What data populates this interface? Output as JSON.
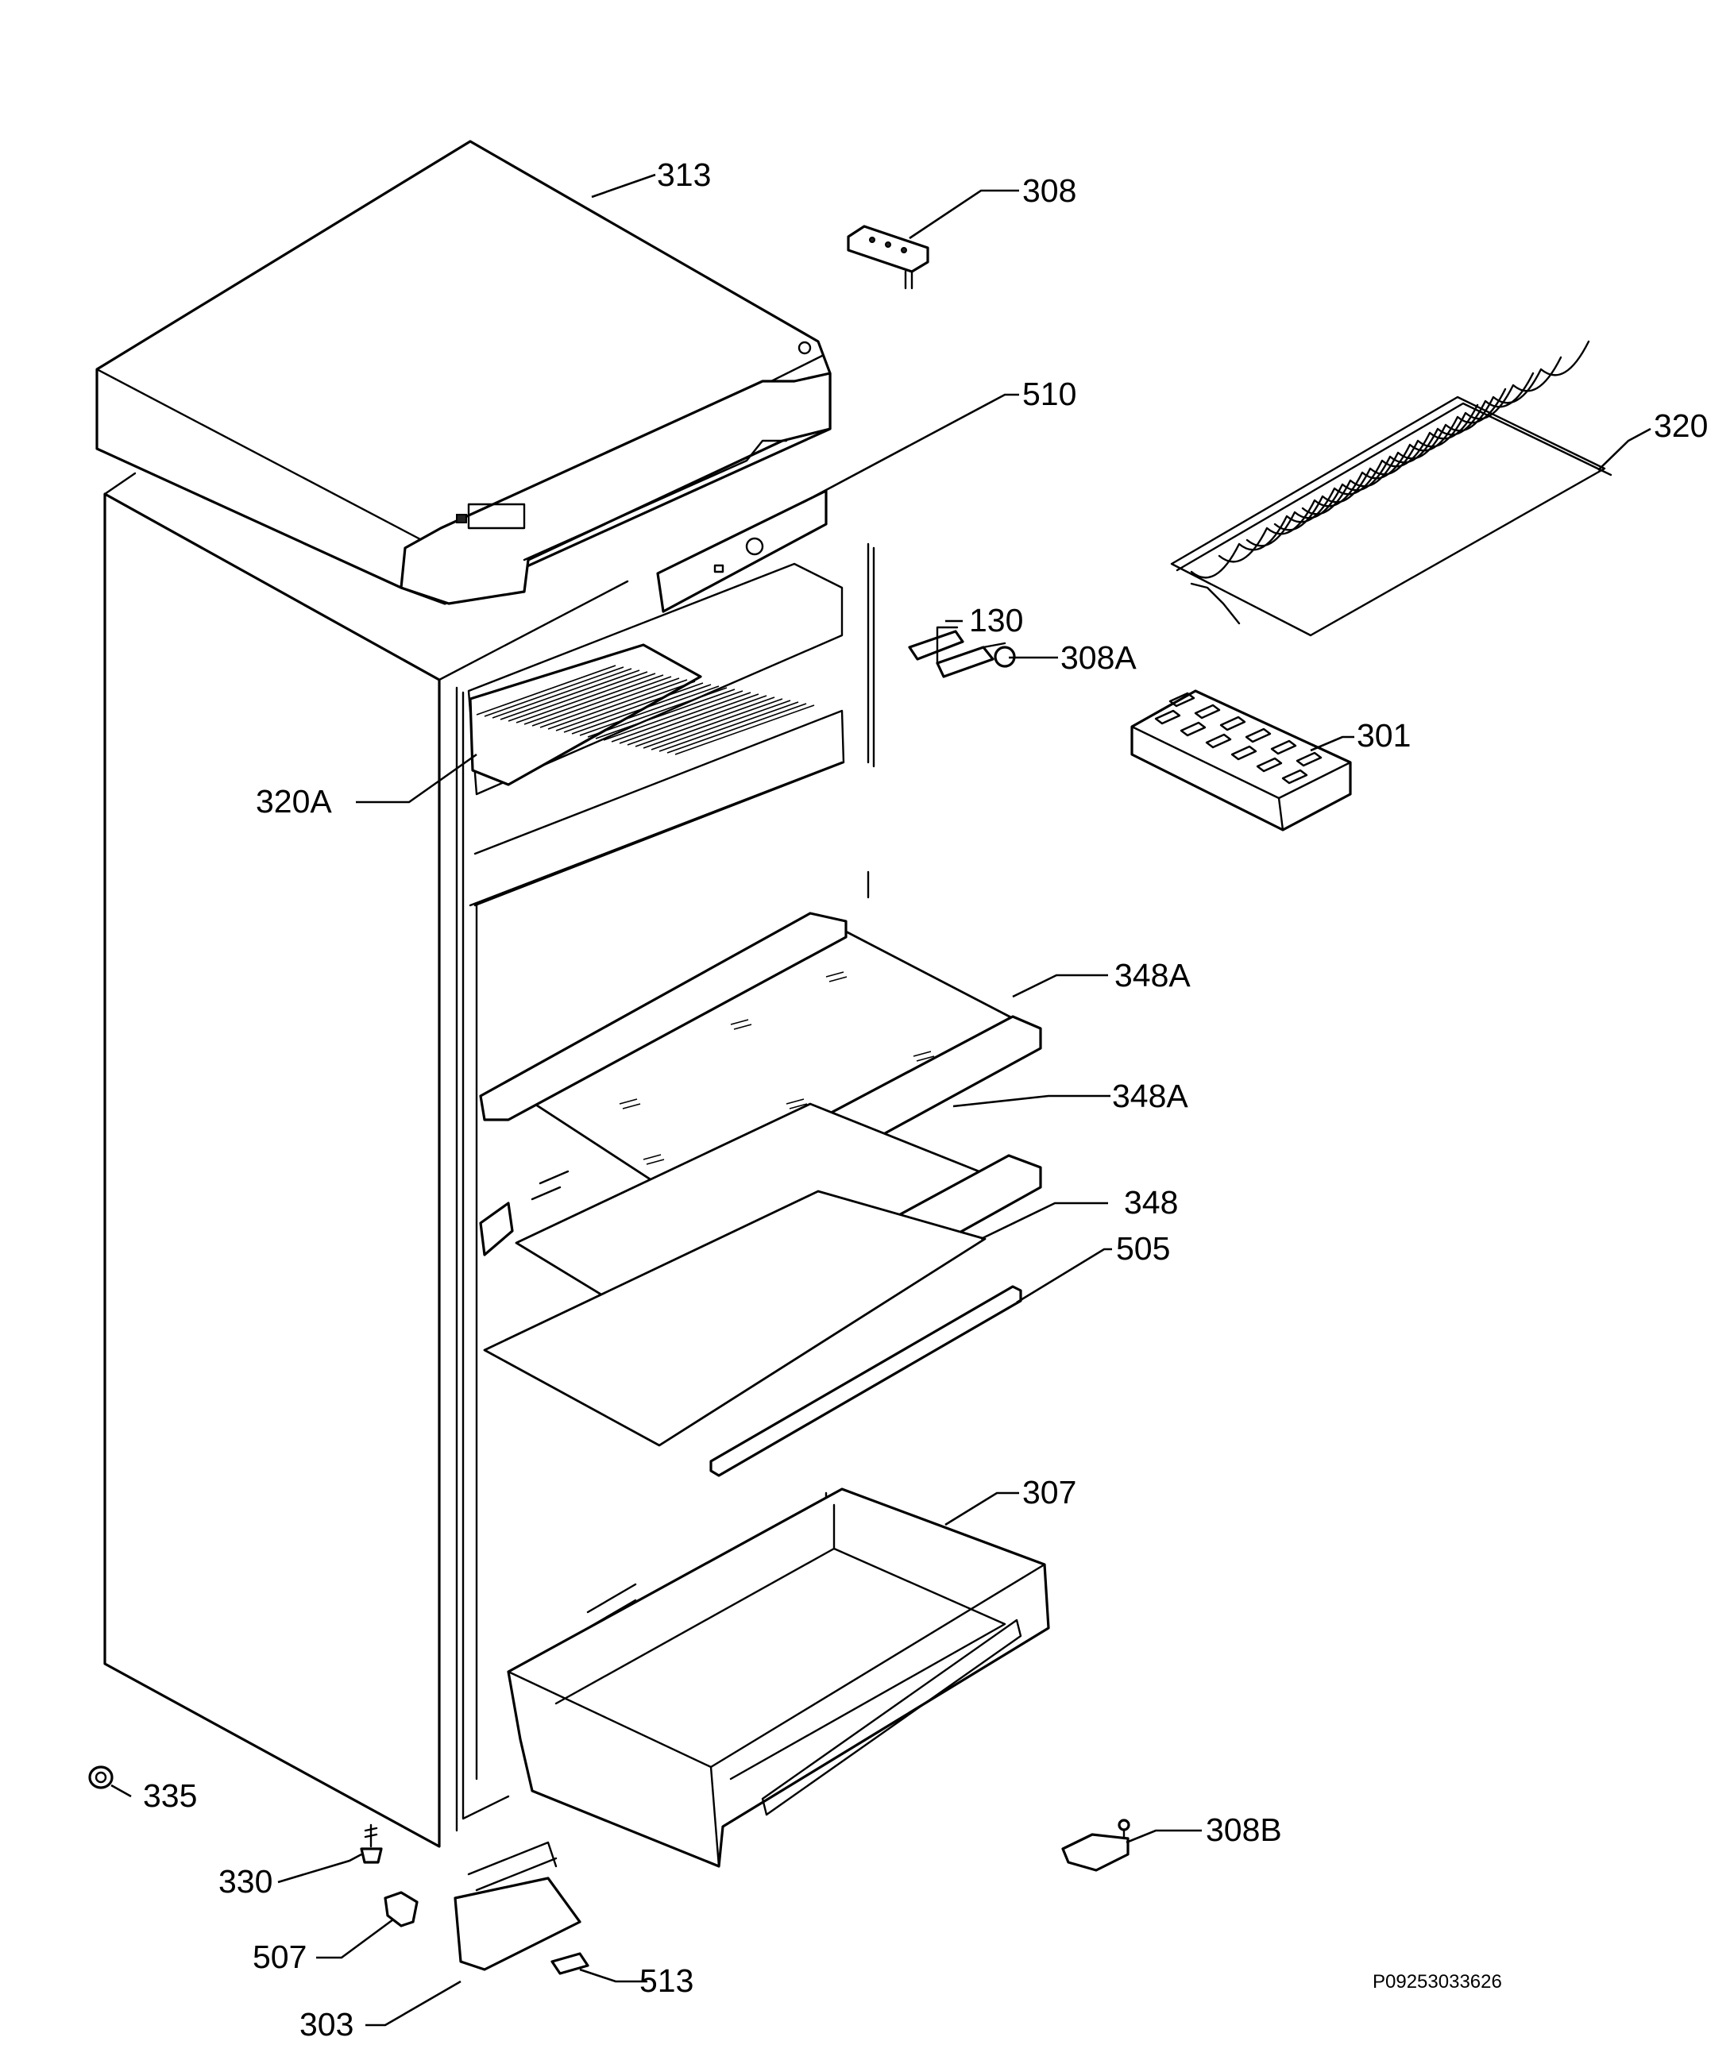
{
  "diagram": {
    "colors": {
      "ink": "#000000",
      "paper": "#ffffff"
    },
    "reference_code": "P09253033626",
    "parts": [
      {
        "id": "313",
        "label": "313"
      },
      {
        "id": "308",
        "label": "308"
      },
      {
        "id": "510",
        "label": "510"
      },
      {
        "id": "320",
        "label": "320"
      },
      {
        "id": "130",
        "label": "130"
      },
      {
        "id": "308A",
        "label": "308A"
      },
      {
        "id": "301",
        "label": "301"
      },
      {
        "id": "320A",
        "label": "320A"
      },
      {
        "id": "348A_1",
        "label": "348A"
      },
      {
        "id": "348A_2",
        "label": "348A"
      },
      {
        "id": "348",
        "label": "348"
      },
      {
        "id": "505",
        "label": "505"
      },
      {
        "id": "307",
        "label": "307"
      },
      {
        "id": "335",
        "label": "335"
      },
      {
        "id": "308B",
        "label": "308B"
      },
      {
        "id": "330",
        "label": "330"
      },
      {
        "id": "507",
        "label": "507"
      },
      {
        "id": "513",
        "label": "513"
      },
      {
        "id": "303",
        "label": "303"
      }
    ]
  }
}
